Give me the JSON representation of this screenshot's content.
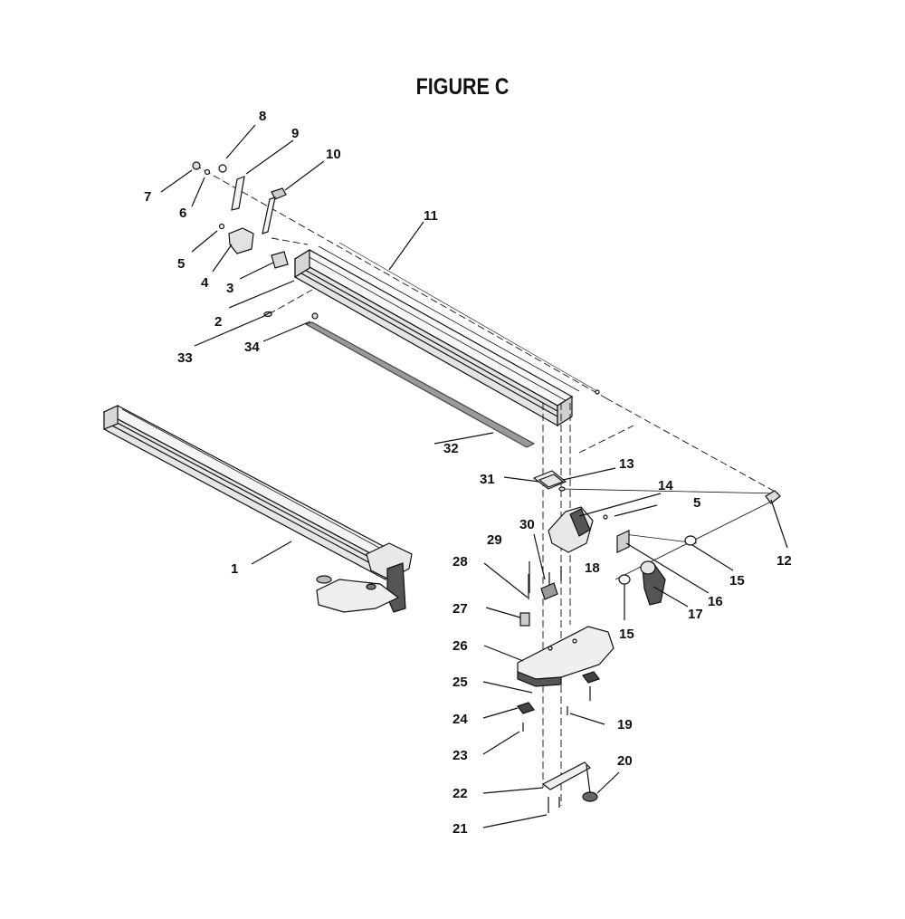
{
  "title": "FIGURE C",
  "colors": {
    "ink": "#111111",
    "part_fill": "#f2f2f2",
    "part_shade": "#bdbdbd",
    "strip": "#9a9a9a"
  },
  "callouts": [
    "1",
    "2",
    "3",
    "4",
    "5",
    "6",
    "7",
    "8",
    "9",
    "10",
    "11",
    "12",
    "13",
    "14",
    "5",
    "15",
    "15",
    "16",
    "17",
    "18",
    "19",
    "20",
    "21",
    "22",
    "23",
    "24",
    "25",
    "26",
    "27",
    "28",
    "29",
    "30",
    "31",
    "32",
    "33",
    "34"
  ]
}
